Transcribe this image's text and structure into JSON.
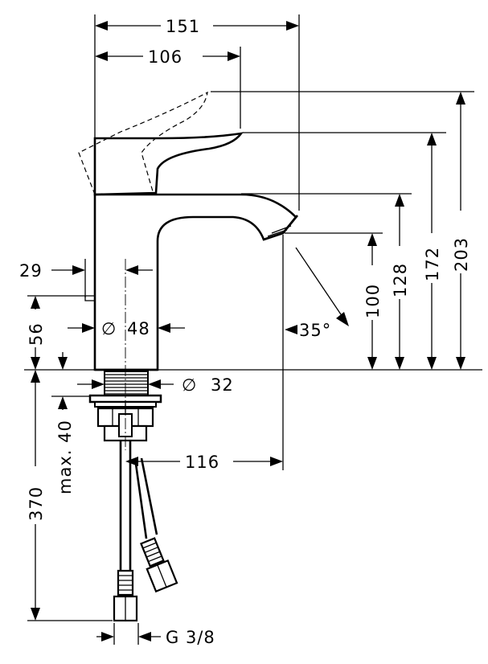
{
  "dimensions": {
    "d151": "151",
    "d106": "106",
    "d203": "203",
    "d172": "172",
    "d128": "128",
    "d100": "100",
    "d29": "29",
    "d56": "56",
    "d48": "48",
    "d32": "32",
    "angle35": "35°",
    "d116": "116",
    "d370": "370",
    "max40": "max. 40",
    "thread": "G 3/8"
  },
  "symbols": {
    "diameter": "∅"
  }
}
